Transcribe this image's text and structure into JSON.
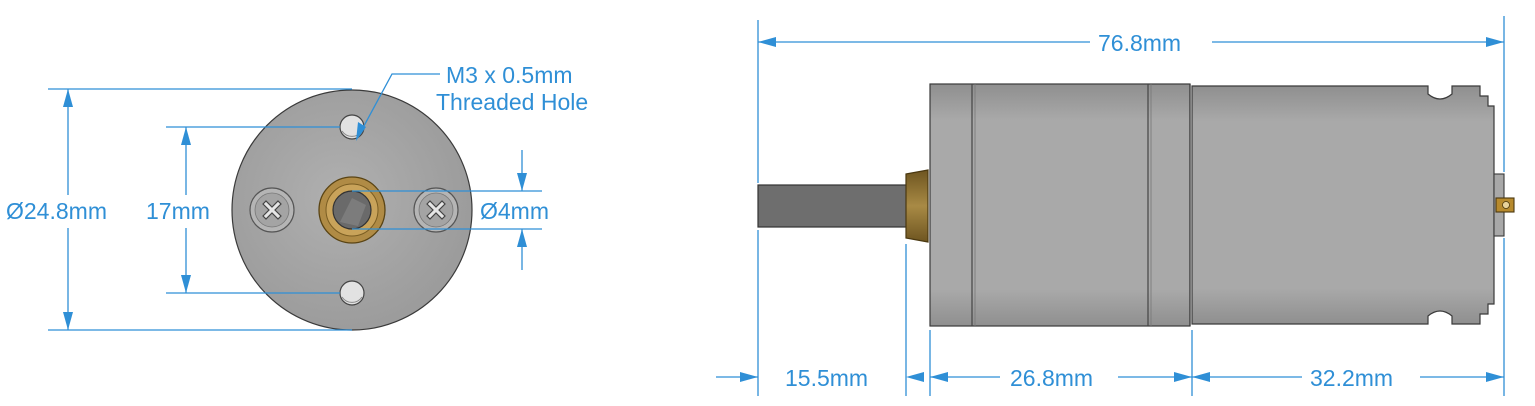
{
  "front_view": {
    "thread_label_line1": "M3 x 0.5mm",
    "thread_label_line2": "Threaded Hole",
    "outer_diameter": "Ø24.8mm",
    "hole_spacing": "17mm",
    "shaft_diameter": "Ø4mm"
  },
  "side_view": {
    "total_length": "76.8mm",
    "shaft_length": "15.5mm",
    "gearbox_length": "26.8mm",
    "motor_length": "32.2mm"
  },
  "colors": {
    "dimension": "#2f8fd6",
    "body": "#a6a6a6",
    "brass": "#9a7a3a",
    "shaft": "#6e6e6e"
  }
}
